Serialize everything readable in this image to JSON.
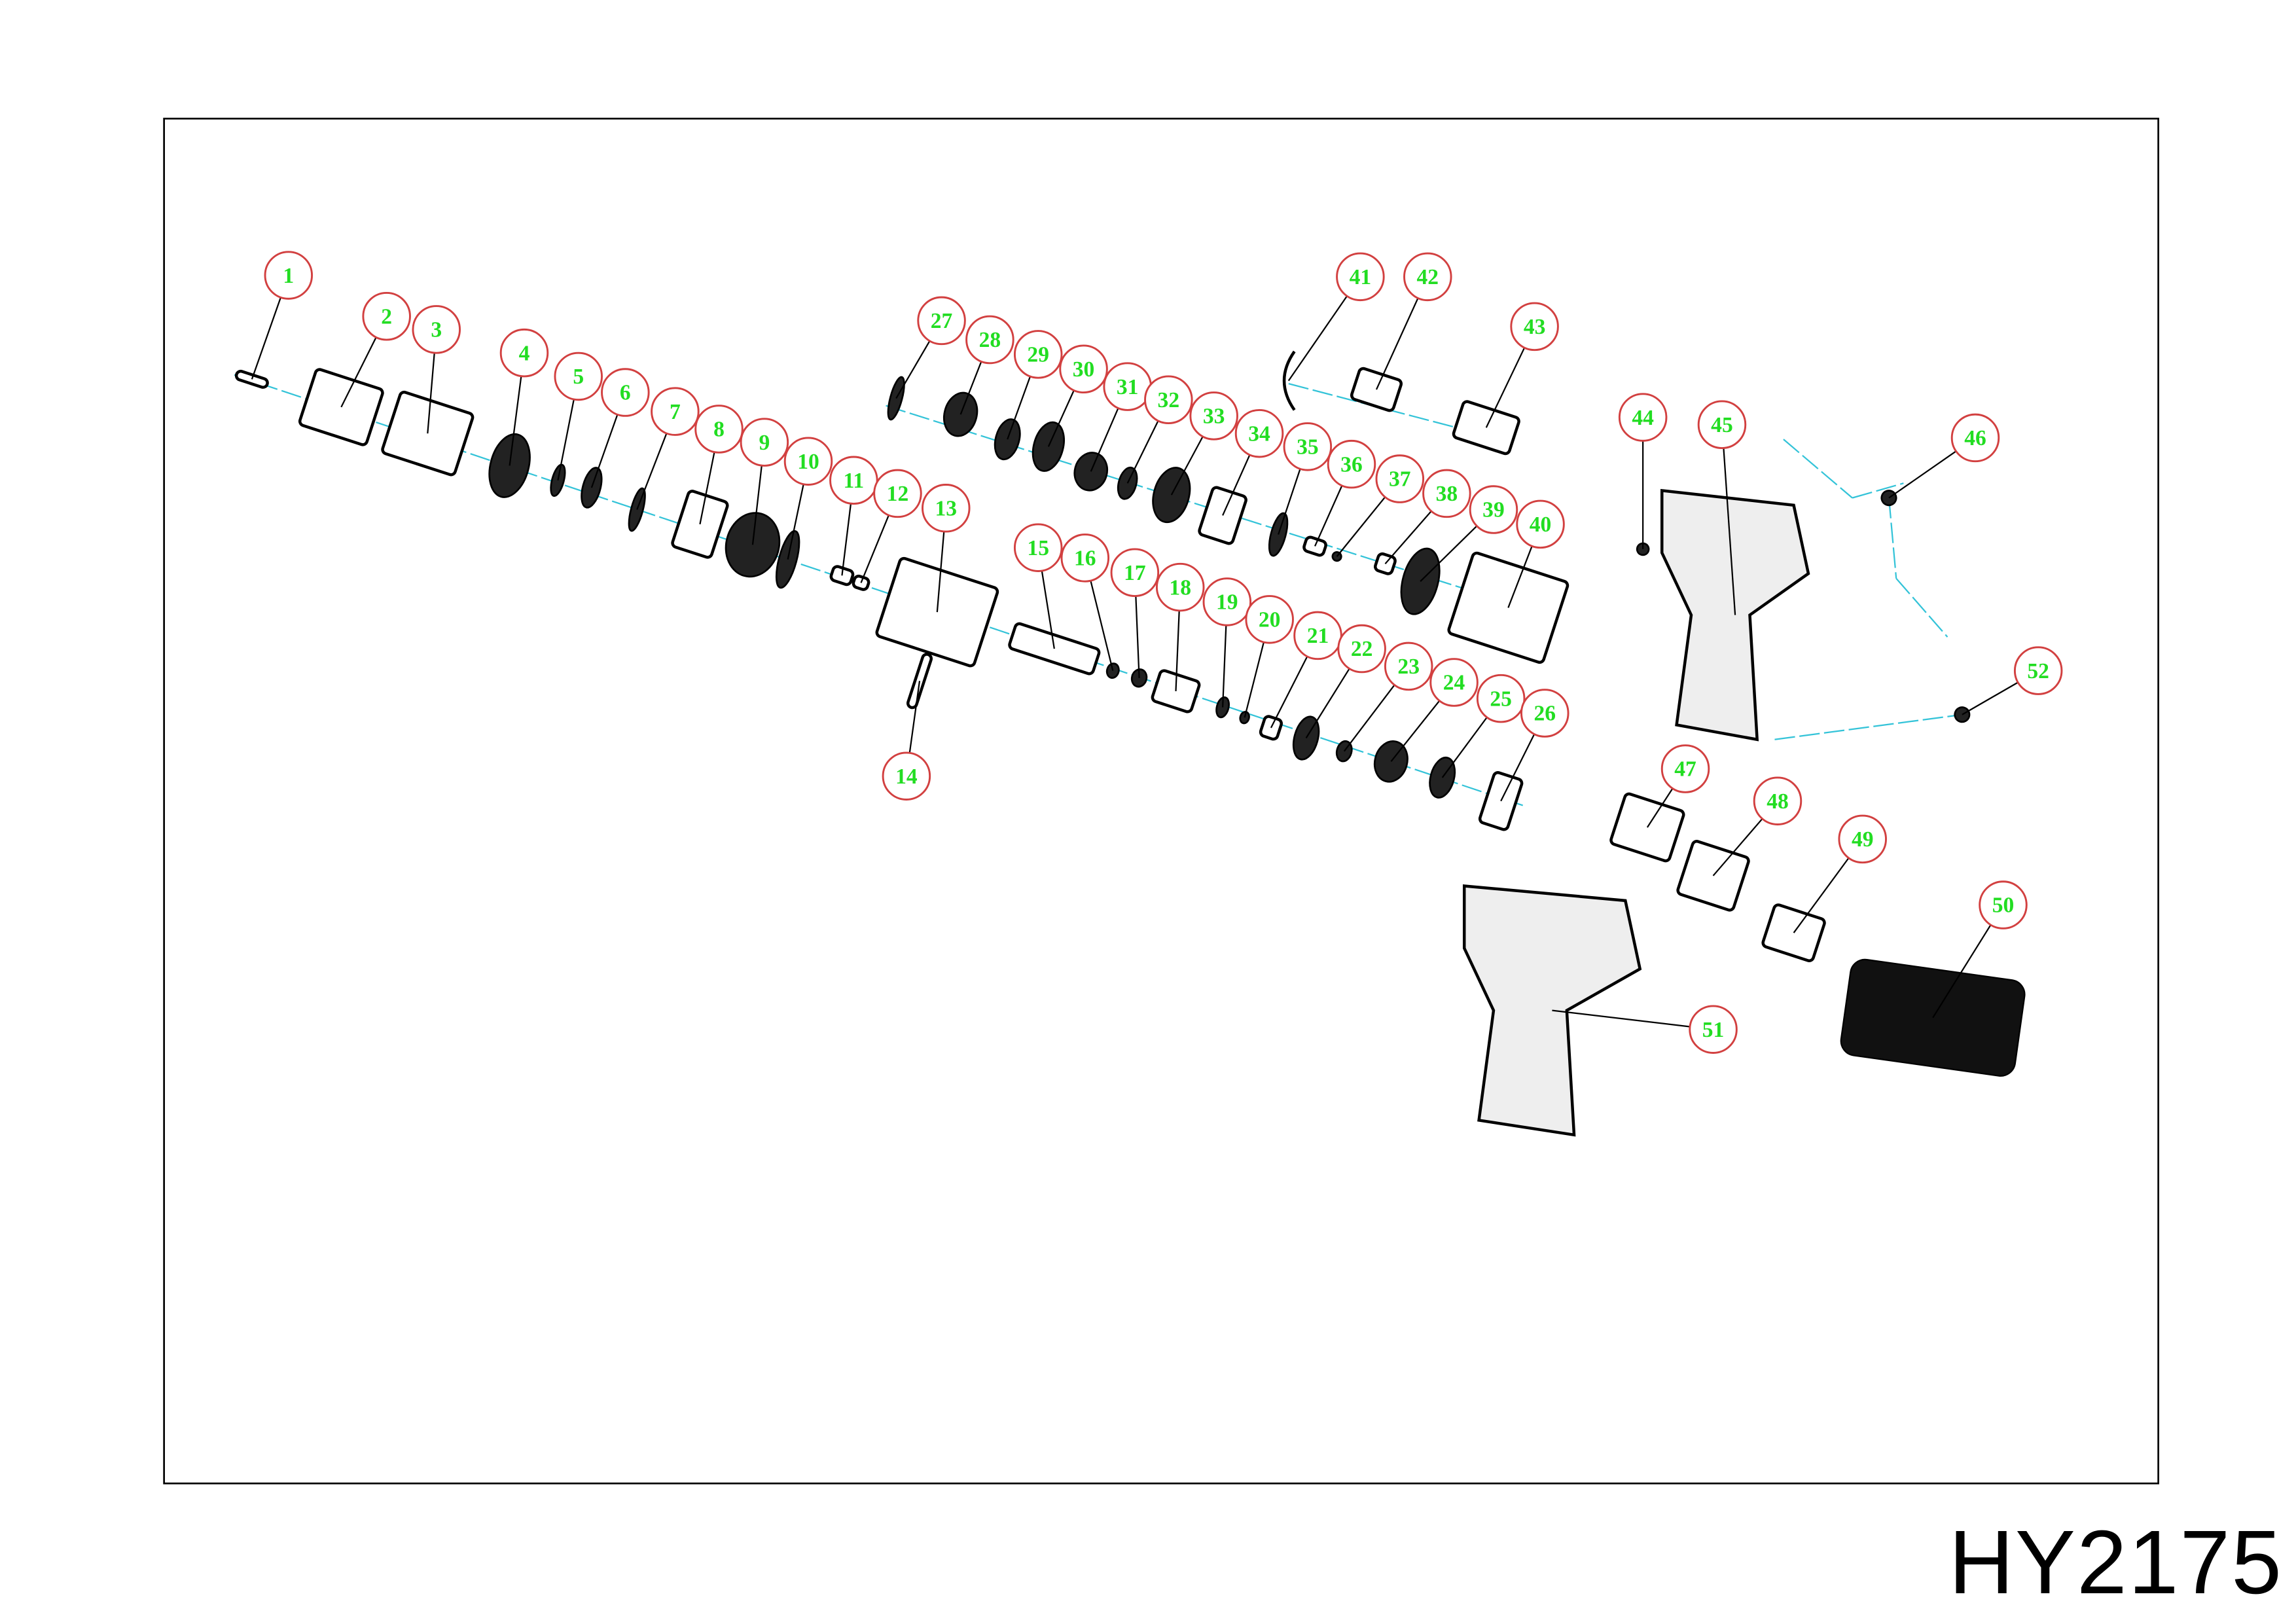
{
  "model_code": "HY2175",
  "callouts": [
    "1",
    "2",
    "3",
    "4",
    "5",
    "6",
    "7",
    "8",
    "9",
    "10",
    "11",
    "12",
    "13",
    "14",
    "15",
    "16",
    "17",
    "18",
    "19",
    "20",
    "21",
    "22",
    "23",
    "24",
    "25",
    "26",
    "27",
    "28",
    "29",
    "30",
    "31",
    "32",
    "33",
    "34",
    "35",
    "36",
    "37",
    "38",
    "39",
    "40",
    "41",
    "42",
    "43",
    "44",
    "45",
    "46",
    "47",
    "48",
    "49",
    "50",
    "51",
    "52"
  ],
  "colors": {
    "callout_circle": "#d24040",
    "callout_text": "#22dd22",
    "axis_line": "#33c3d8",
    "frame": "#000000"
  }
}
